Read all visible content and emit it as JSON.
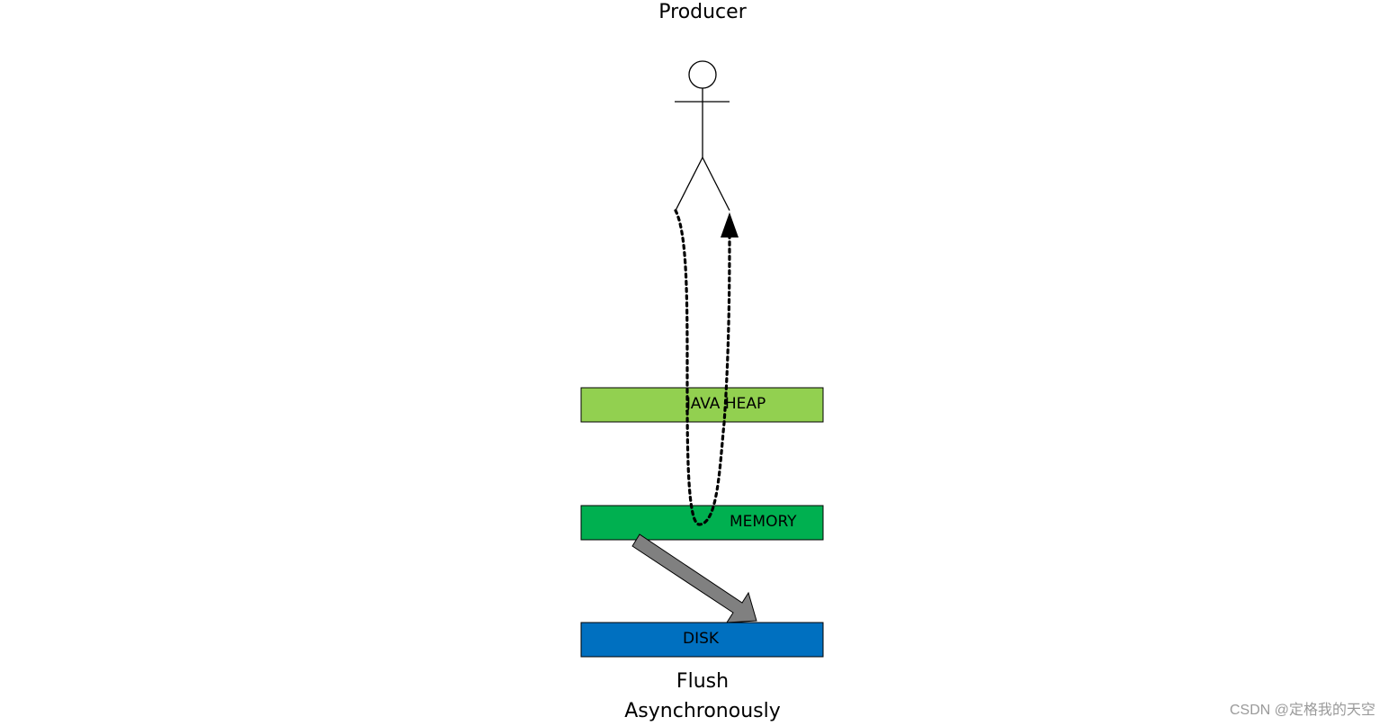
{
  "diagram": {
    "actor_label": "Producer",
    "layers": [
      {
        "id": "java-heap",
        "label": "JAVA HEAP",
        "color": "#92d050"
      },
      {
        "id": "memory",
        "label": "MEMORY",
        "color": "#00b050"
      },
      {
        "id": "disk",
        "label": "DISK",
        "color": "#0070c0"
      }
    ],
    "flush_caption": [
      "Flush",
      "Asynchronously"
    ],
    "arrow_color": "#808080"
  },
  "watermark": "CSDN @定格我的天空"
}
